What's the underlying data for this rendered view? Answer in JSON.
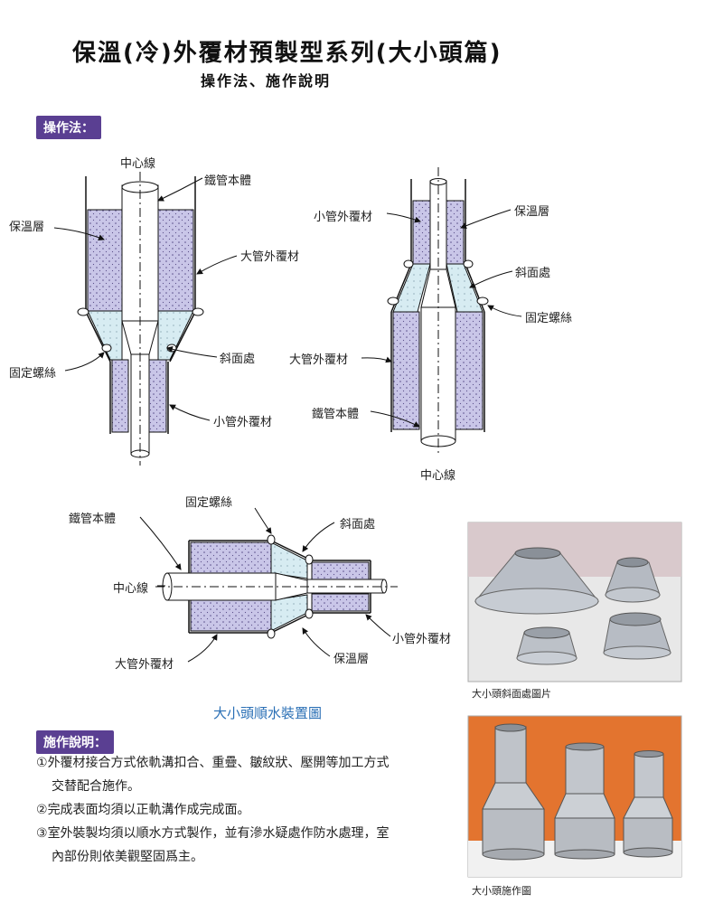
{
  "header": {
    "title": "保溫(冷)外覆材預製型系列(大小頭篇)",
    "subtitle": "操作法、施作說明"
  },
  "section_operation": {
    "tag": "操作法："
  },
  "diagram_left": {
    "center_line": "中心線",
    "steel_pipe": "鐵管本體",
    "insulation": "保溫層",
    "large_cover": "大管外覆材",
    "bevel": "斜面處",
    "screw": "固定螺絲",
    "small_cover": "小管外覆材"
  },
  "diagram_right": {
    "small_cover": "小管外覆材",
    "insulation": "保溫層",
    "bevel": "斜面處",
    "screw": "固定螺絲",
    "large_cover": "大管外覆材",
    "steel_pipe": "鐵管本體",
    "center_line": "中心線"
  },
  "diagram_horizontal": {
    "screw": "固定螺絲",
    "steel_pipe": "鐵管本體",
    "bevel": "斜面處",
    "center_line": "中心線",
    "small_cover": "小管外覆材",
    "large_cover": "大管外覆材",
    "insulation": "保溫層",
    "caption": "大小頭順水裝置圖"
  },
  "section_instructions": {
    "tag": "施作說明：",
    "items": [
      {
        "marker": "①",
        "line1": "外覆材接合方式依軌溝扣合、重疊、皺紋狀、壓開等加工方式",
        "line2": "交替配合施作。"
      },
      {
        "marker": "②",
        "line1": "完成表面均須以正軌溝作成完成面。",
        "line2": ""
      },
      {
        "marker": "③",
        "line1": "室外裝製均須以順水方式製作，並有滲水疑處作防水處理，室",
        "line2": "內部份則依美觀堅固爲主。"
      }
    ]
  },
  "photos": [
    {
      "caption": "大小頭斜面處圖片"
    },
    {
      "caption": "大小頭施作圖"
    }
  ],
  "colors": {
    "accent": "#5a3f92",
    "insulation": "#c9c6e8",
    "caption_blue": "#2a6fb5"
  }
}
